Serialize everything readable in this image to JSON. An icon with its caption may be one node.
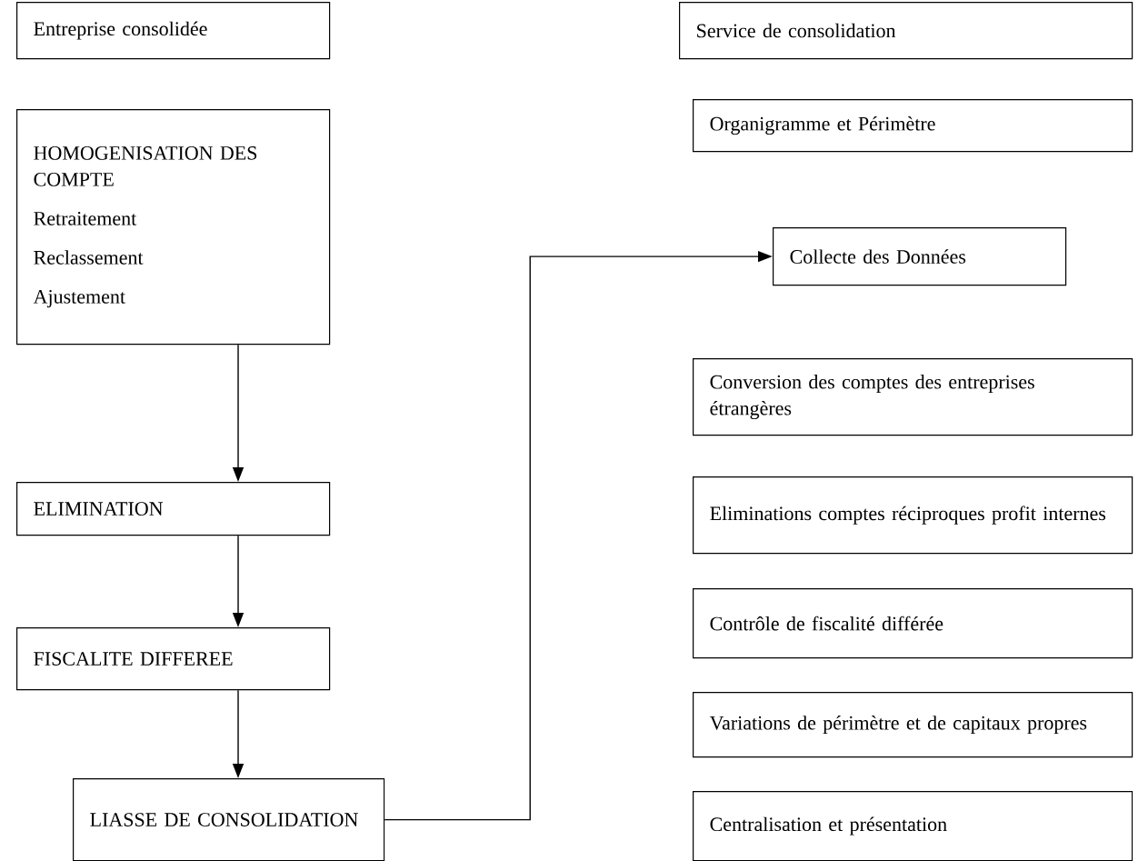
{
  "diagram": {
    "nodes": [
      {
        "text": [
          "Entreprise consolidée"
        ]
      },
      {
        "text": [
          "Service de consolidation"
        ]
      },
      {
        "text": [
          "HOMOGENISATION DES COMPTE",
          "Retraitement",
          "Reclassement",
          "Ajustement"
        ]
      },
      {
        "text": [
          "ELIMINATION"
        ]
      },
      {
        "text": [
          "FISCALITE DIFFEREE"
        ]
      },
      {
        "text": [
          "LIASSE DE CONSOLIDATION"
        ]
      },
      {
        "text": [
          "Organigramme et Périmètre"
        ]
      },
      {
        "text": [
          "Collecte des Données"
        ]
      },
      {
        "text": [
          "Conversion des comptes des entreprises étrangères"
        ]
      },
      {
        "text": [
          "Eliminations comptes réciproques profit internes"
        ]
      },
      {
        "text": [
          "Contrôle de fiscalité différée"
        ]
      },
      {
        "text": [
          "Variations de périmètre et de capitaux propres"
        ]
      },
      {
        "text": [
          "Centralisation et présentation"
        ]
      }
    ],
    "edges": [
      {
        "from": 2,
        "to": 3,
        "arrow": "to"
      },
      {
        "from": 3,
        "to": 4,
        "arrow": "to"
      },
      {
        "from": 4,
        "to": 5,
        "arrow": "to"
      },
      {
        "from": 5,
        "to": 7,
        "arrow": "to"
      }
    ]
  }
}
